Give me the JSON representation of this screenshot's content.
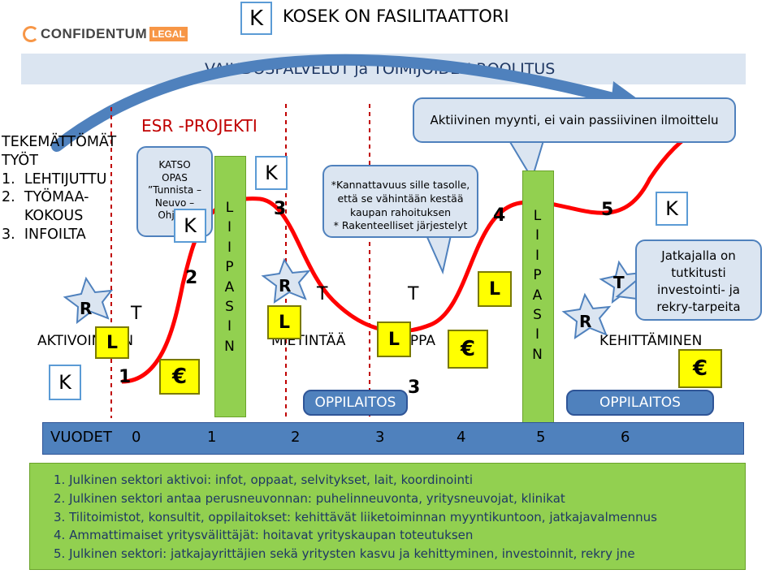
{
  "header": {
    "k_badge": "K",
    "top_title": "KOSEK ON FASILITAATTORI",
    "logo_text": "CONFIDENTUM",
    "logo_suffix": "LEGAL",
    "banner": "VAIHDOSPALVELUT ja TOIMIJOIDEN ROOLITUS"
  },
  "left_list": {
    "lines": [
      "TEKEMÄTTÖMÄT",
      "TYÖT",
      "1.  LEHTIJUTTU",
      "2.  TYÖMAA-",
      "     KOKOUS",
      "3.  INFOILTA"
    ]
  },
  "esr_title": "ESR -PROJEKTI",
  "katso_callout": [
    "KATSO",
    "OPAS",
    "”Tunnista –",
    "Neuvo –",
    "Ohjaa”"
  ],
  "kannattavuus_callout": [
    "*Kannattavuus sille tasolle,",
    "että se vähintään kestää",
    "kaupan rahoituksen",
    "* Rakenteelliset järjestelyt"
  ],
  "myynti_callout": "Aktiivinen myynti, ei vain passiivinen ilmoittelu",
  "jatkajalla_callout": [
    "Jatkajalla on",
    "tutkitusti",
    "investointi- ja",
    "rekry-tarpeita"
  ],
  "liipasin_letters": [
    "L",
    "I",
    "I",
    "P",
    "A",
    "S",
    "I",
    "N"
  ],
  "stages": {
    "aktivointi": "AKTIVOINTIEN",
    "miettinta": "MIETINTÄÄ",
    "kauppa": "KAUPPA",
    "kehittaminen": "KEHITTÄMINEN"
  },
  "numbers": {
    "n1": "1",
    "n2": "2",
    "n3": "3",
    "n3b": "3",
    "n4": "4",
    "n5": "5"
  },
  "roles": {
    "k": "K",
    "l": "L",
    "t": "T",
    "r": "R",
    "euro": "€"
  },
  "oppilaitos": [
    "OPPILAITOS",
    "OPPILAITOS"
  ],
  "years": {
    "label": "VUODET",
    "values": [
      "0",
      "1",
      "2",
      "3",
      "4",
      "5",
      "6"
    ]
  },
  "bottom_list": [
    "1.  Julkinen sektori aktivoi: infot, oppaat, selvitykset, lait, koordinointi",
    "2.  Julkinen sektori antaa perusneuvonnan: puhelinneuvonta, yritysneuvojat, klinikat",
    "3.  Tilitoimistot, konsultit, oppilaitokset: kehittävät liiketoiminnan myyntikuntoon, jatkajavalmennus",
    "4.  Ammattimaiset yritysvälittäjät: hoitavat yrityskaupan toteutuksen",
    "5.  Julkinen sektori: jatkajayrittäjien sekä yritysten kasvu ja kehittyminen, investoinnit, rekry  jne"
  ],
  "colors": {
    "banner_bg": "#dbe5f1",
    "curve": "#ff0000",
    "arrow": "#4f81bd",
    "liipasin": "#92d050",
    "years_bar": "#4f81bd",
    "bottom_panel": "#92d050",
    "role_box": "#ffff00",
    "star": "#dbe5f1",
    "esr_text": "#c00000"
  }
}
